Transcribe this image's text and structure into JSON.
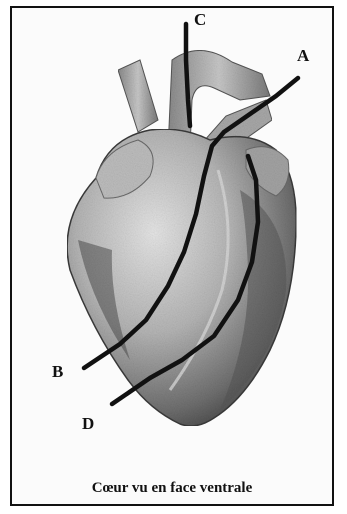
{
  "labels": {
    "a": "A",
    "b": "B",
    "c": "C",
    "d": "D"
  },
  "caption": "Cœur vu en face ventrale",
  "colors": {
    "ink": "#111111",
    "heart_light": "#d9d9d9",
    "heart_mid": "#9a9a9a",
    "heart_dark": "#3a3a3a"
  }
}
